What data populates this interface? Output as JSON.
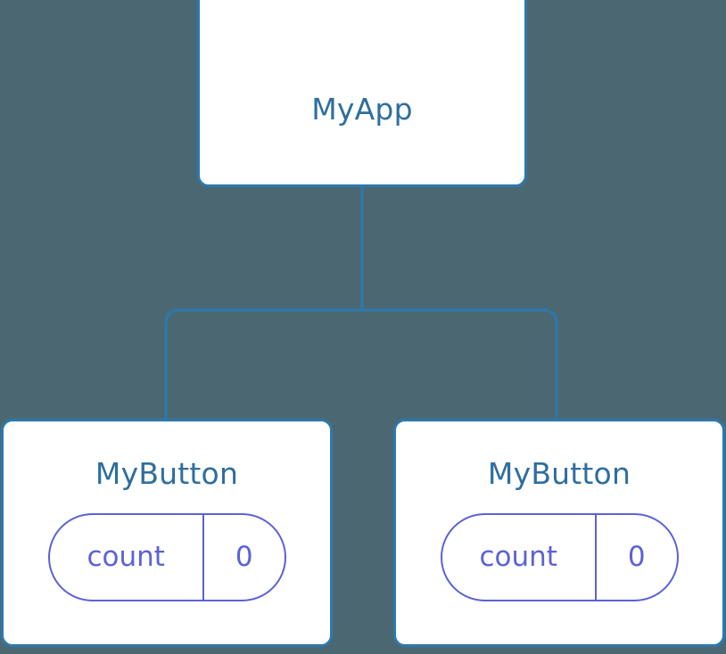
{
  "diagram": {
    "type": "component-tree",
    "background_color": "#4b6872",
    "node_border_color": "#2c79ae",
    "node_fill_color": "#ffffff",
    "title_color": "#2e6e9e",
    "state_color": "#5c62d6",
    "edge_color": "#2c79ae"
  },
  "root": {
    "label": "MyApp"
  },
  "children": [
    {
      "label": "MyButton",
      "state": {
        "key": "count",
        "value": "0"
      }
    },
    {
      "label": "MyButton",
      "state": {
        "key": "count",
        "value": "0"
      }
    }
  ]
}
